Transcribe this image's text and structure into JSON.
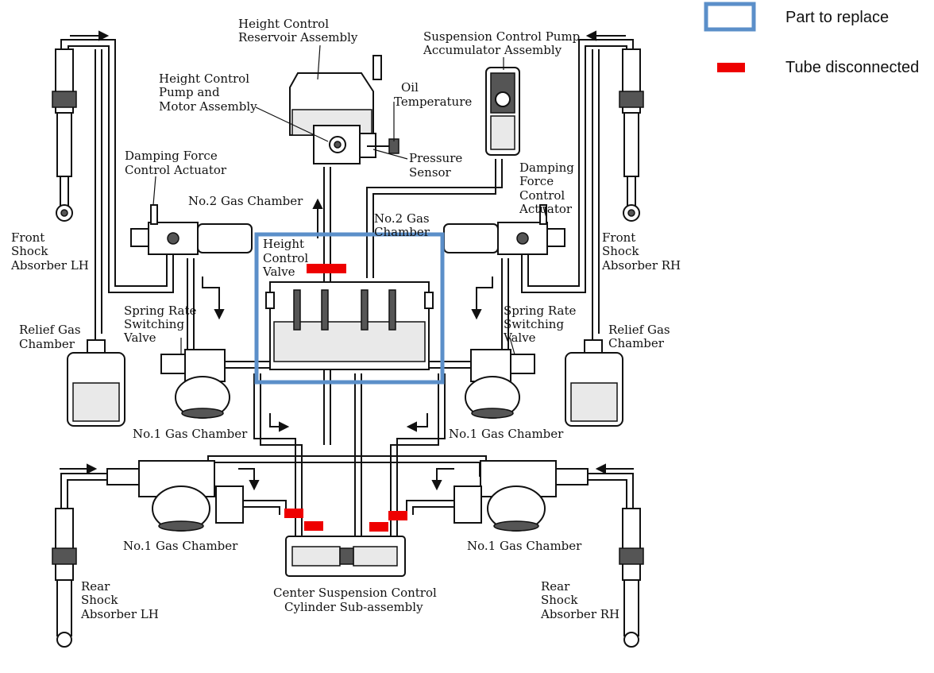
{
  "legend": {
    "replace_label": "Part to replace",
    "disconnected_label": "Tube disconnected",
    "replace_color": "#5b8fc9",
    "disconnected_color": "#ee0000"
  },
  "labels": {
    "reservoir": [
      "Height Control",
      "Reservoir Assembly"
    ],
    "pump_motor": [
      "Height Control",
      "Pump and",
      "Motor Assembly"
    ],
    "oil_temp": [
      "Oil",
      "Temperature"
    ],
    "pressure_sensor": [
      "Pressure",
      "Sensor"
    ],
    "accumulator": [
      "Suspension Control Pump",
      "Accumulator Assembly"
    ],
    "damping_left": [
      "Damping Force",
      "Control Actuator"
    ],
    "damping_right": [
      "Damping",
      "Force",
      "Control",
      "Actuator"
    ],
    "gas2_left": "No.2 Gas Chamber",
    "gas2_right": [
      "No.2 Gas",
      "Chamber"
    ],
    "height_valve": [
      "Height",
      "Control",
      "Valve"
    ],
    "front_lh": [
      "Front",
      "Shock",
      "Absorber LH"
    ],
    "front_rh": [
      "Front",
      "Shock",
      "Absorber RH"
    ],
    "relief_left": [
      "Relief Gas",
      "Chamber"
    ],
    "relief_right": [
      "Relief Gas",
      "Chamber"
    ],
    "spring_left": [
      "Spring Rate",
      "Switching",
      "Valve"
    ],
    "spring_right": [
      "Spring Rate",
      "Switching",
      "Valve"
    ],
    "gas1_front_left": "No.1 Gas Chamber",
    "gas1_front_right": "No.1 Gas Chamber",
    "gas1_rear_left": "No.1 Gas Chamber",
    "gas1_rear_right": "No.1 Gas Chamber",
    "rear_lh": [
      "Rear",
      "Shock",
      "Absorber LH"
    ],
    "rear_rh": [
      "Rear",
      "Shock",
      "Absorber RH"
    ],
    "center_cyl": [
      "Center Suspension Control",
      "Cylinder Sub-assembly"
    ]
  }
}
